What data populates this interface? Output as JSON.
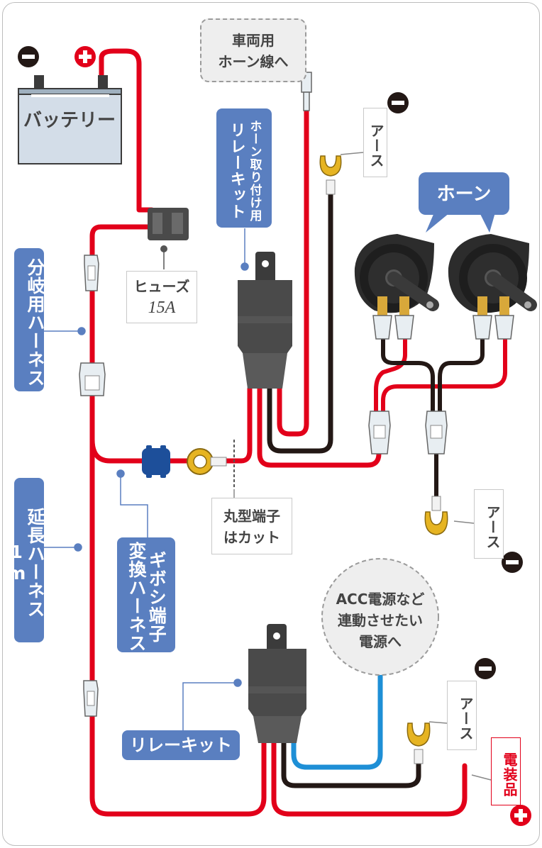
{
  "labels": {
    "battery": "バッテリー",
    "fuse_name": "ヒューズ",
    "fuse_value": "15A",
    "horn_wire": [
      "車両用",
      "ホーン線へ"
    ],
    "horn_relay_kit": [
      "ホーン取り付け用",
      "リレーキット"
    ],
    "ground": "アース",
    "horn": "ホーン",
    "branch_harness": "分岐用ハーネス",
    "extension_harness": "延長ハーネス 1m",
    "cut_round_terminal": [
      "丸型端子",
      "はカット"
    ],
    "gibosi_harness": [
      "ギボシ端子",
      "変換ハーネス"
    ],
    "acc_power": [
      "ACC電源など",
      "連動させたい",
      "電源へ"
    ],
    "relay_kit": "リレーキット",
    "electrical_device": "電装品"
  },
  "colors": {
    "positive_wire": "#e2001a",
    "ground_wire": "#231815",
    "acc_wire": "#1e8fd6",
    "label_bg": "#5a7fc0",
    "battery_fill": "#d3dde8",
    "connector_fill": "#e8eef2",
    "gibosi": "#1d4f9a",
    "terminal_gold": "#e6b422"
  }
}
